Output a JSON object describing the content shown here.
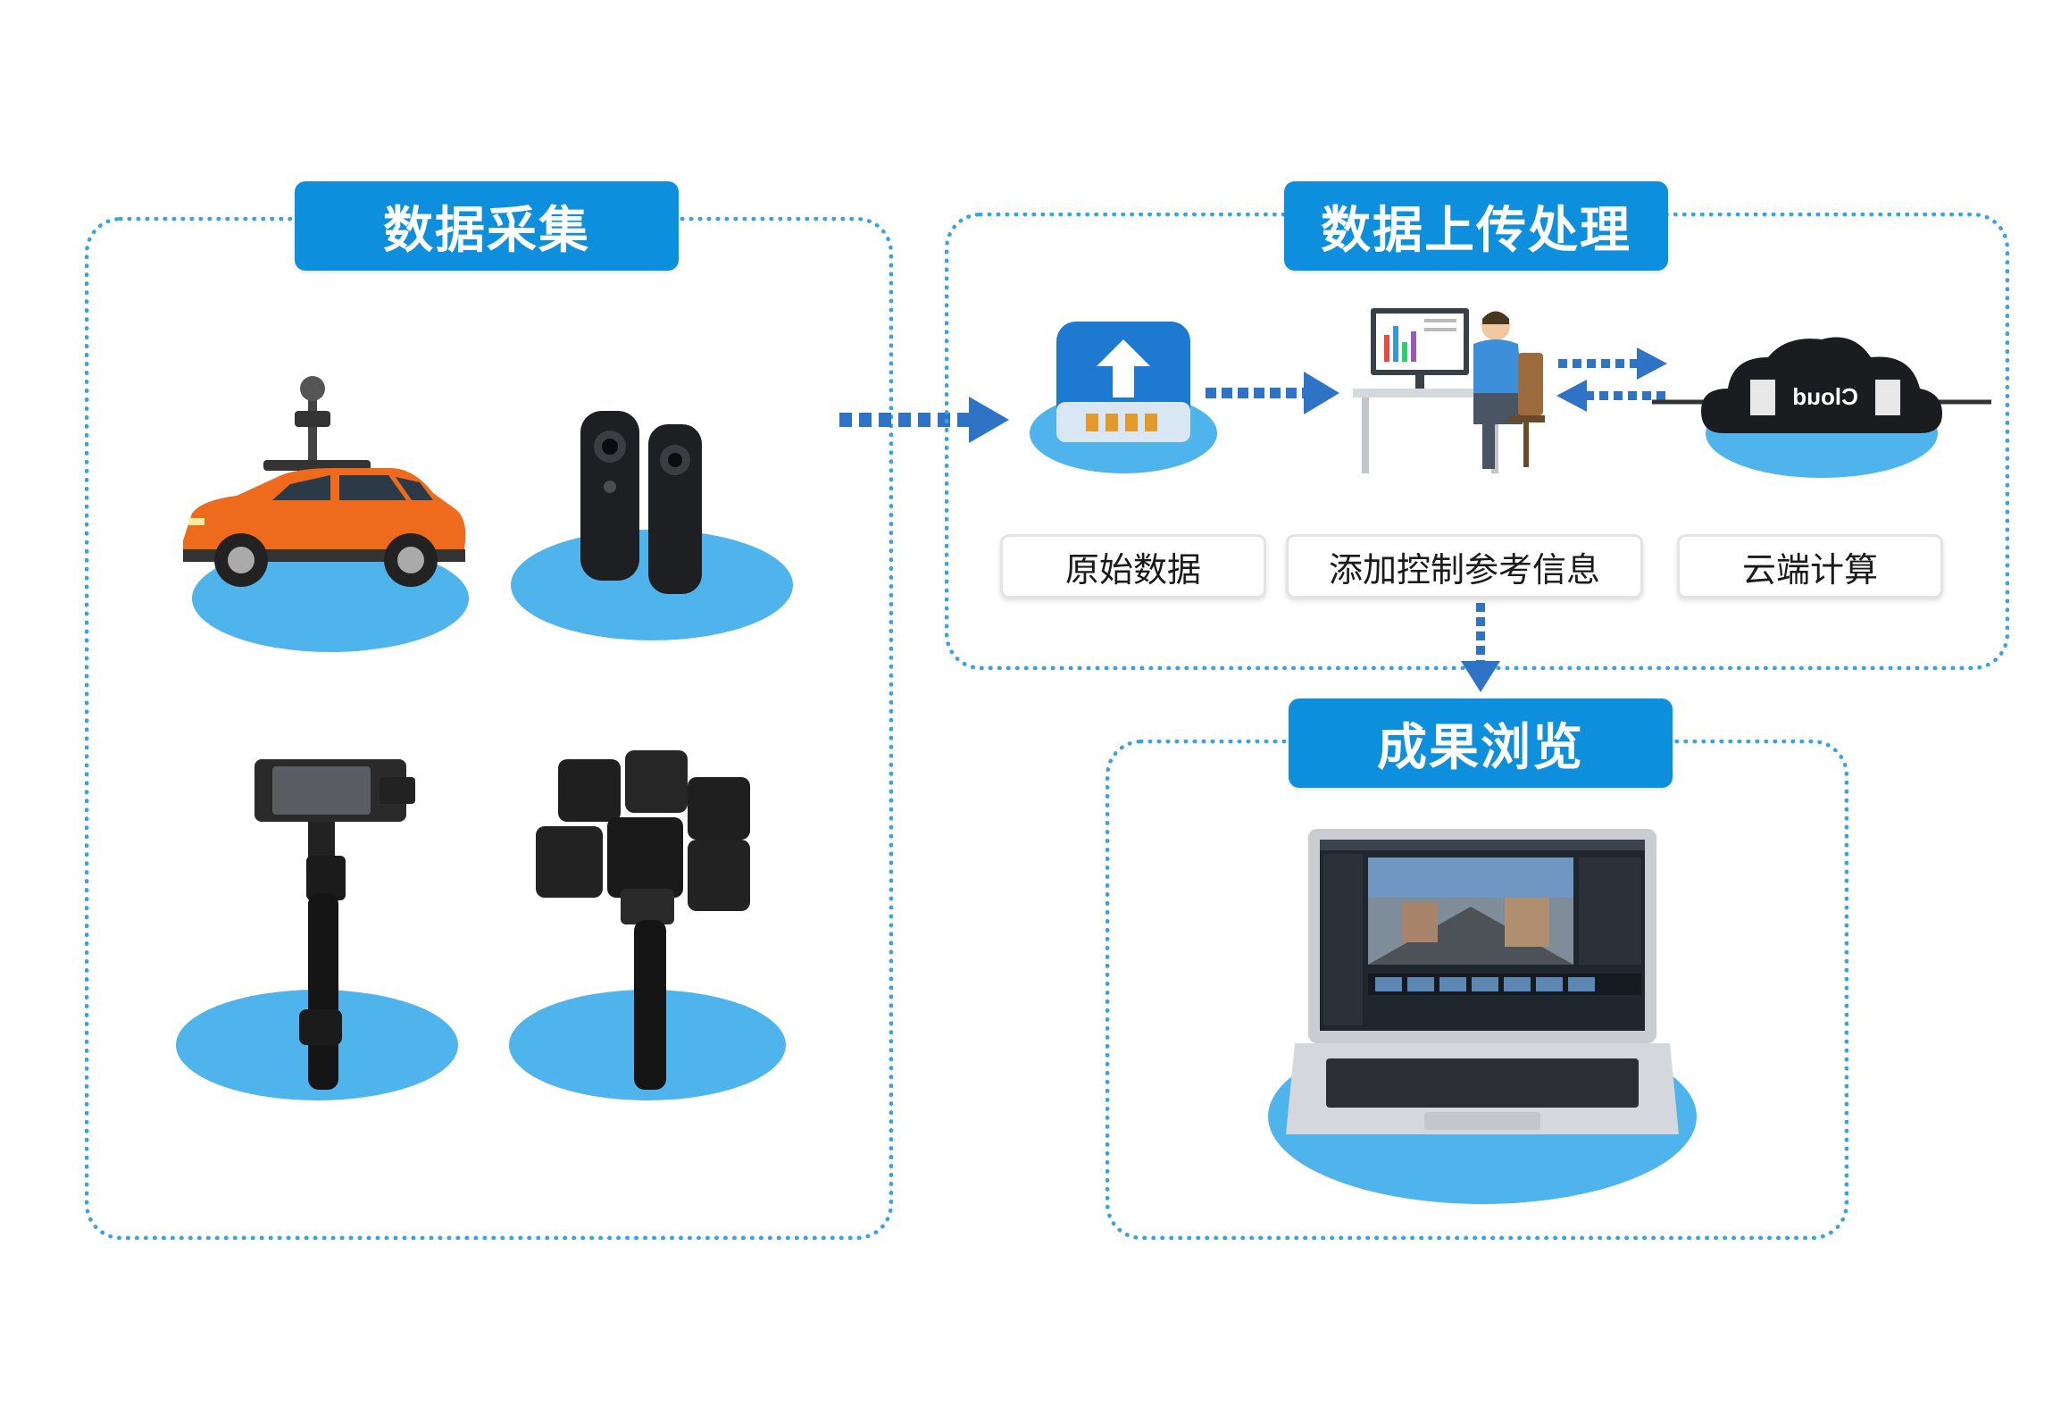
{
  "sections": {
    "collection": {
      "title": "数据采集"
    },
    "upload": {
      "title": "数据上传处理",
      "labels": {
        "raw": "原始数据",
        "control": "添加控制参考信息",
        "cloud": "云端计算"
      },
      "cloud_icon_text": "Cloud"
    },
    "browse": {
      "title": "成果浏览"
    }
  },
  "colors": {
    "accent": "#0e8fde",
    "dotted_border": "#3aa3df",
    "platform": "#4fb3ec",
    "arrow": "#2f73c6"
  },
  "icons": [
    "car-icon",
    "dual-panoramic-camera-icon",
    "handheld-gimbal-icon",
    "multi-lens-panoramic-rig-icon",
    "upload-storage-icon",
    "operator-workstation-icon",
    "cloud-computing-icon",
    "laptop-icon"
  ]
}
